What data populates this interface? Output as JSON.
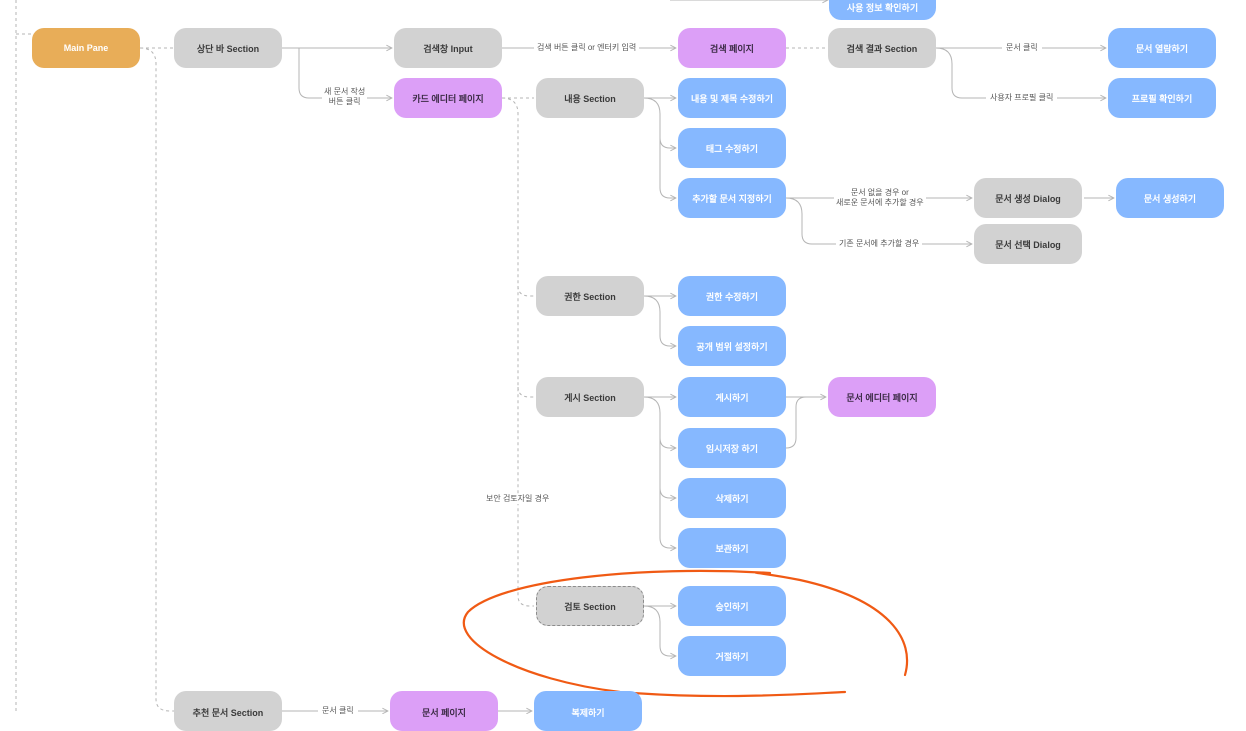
{
  "colors": {
    "gray": "#d2d2d2",
    "blue": "#86b8ff",
    "purple": "#dc9ff7",
    "orange": "#e8ad58",
    "connector": "#b5b5b5",
    "highlight_ring": "#f05a14"
  },
  "nodes": {
    "top_partial": "사용 정보 확인하기",
    "main_pane": "Main Pane",
    "top_bar": "상단 바 Section",
    "search_input": "검색창 Input",
    "search_page": "검색 페이지",
    "search_results": "검색 결과 Section",
    "open_doc": "문서 열람하기",
    "profile_view": "프로필 확인하기",
    "card_editor": "카드 에디터 페이지",
    "content_section": "내용 Section",
    "edit_content_title": "내용 및 제목 수정하기",
    "edit_tags": "태그 수정하기",
    "assign_doc": "추가할 문서 지정하기",
    "doc_create_dialog": "문서 생성 Dialog",
    "create_doc": "문서 생성하기",
    "doc_select_dialog": "문서 선택 Dialog",
    "permission_section": "권한 Section",
    "edit_permission": "권한 수정하기",
    "set_visibility": "공개 범위 설정하기",
    "post_section": "게시 Section",
    "post": "게시하기",
    "draft_save": "임시저장 하기",
    "delete": "삭제하기",
    "archive": "보관하기",
    "doc_editor_page": "문서 에디터 페이지",
    "review_section": "검토 Section",
    "approve": "승인하기",
    "reject": "거절하기",
    "recommend_section": "추천 문서 Section",
    "doc_page": "문서 페이지",
    "duplicate": "복제하기"
  },
  "edge_labels": {
    "search_trigger": "검색 버튼 클릭 or 엔터키 입력",
    "new_doc_line1": "새 문서 작성",
    "new_doc_line2": "버튼 클릭",
    "doc_click_1": "문서 클릭",
    "profile_click": "사용자 프로필 클릭",
    "no_doc_line1": "문서 없을 경우 or",
    "no_doc_line2": "새로운 문서에 추가할 경우",
    "existing_doc": "기존 문서에 추가할 경우",
    "security_reviewer": "보안 검토자일 경우",
    "doc_click_2": "문서 클릭"
  }
}
